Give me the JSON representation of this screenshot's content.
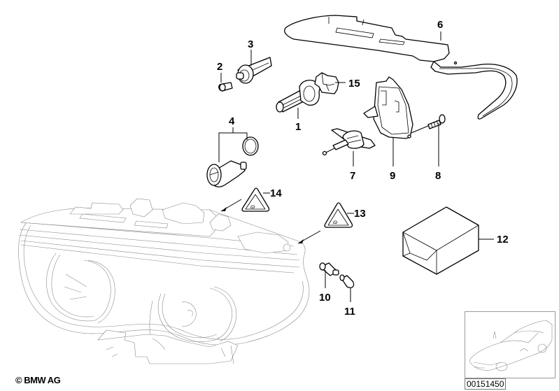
{
  "diagram": {
    "title": "Headlight assembly - exploded parts view",
    "copyright": "© BMW AG",
    "diagram_id": "00151450"
  },
  "callouts": [
    {
      "number": "1",
      "part": "bulb-h7"
    },
    {
      "number": "2",
      "part": "bulb-small-wedge"
    },
    {
      "number": "3",
      "part": "bulb-socket"
    },
    {
      "number": "4",
      "part": "bulb-socket-with-seal-ring"
    },
    {
      "number": "6",
      "part": "headlight-seal-gasket"
    },
    {
      "number": "7",
      "part": "adjusting-actuator"
    },
    {
      "number": "8",
      "part": "screw"
    },
    {
      "number": "9",
      "part": "control-unit-cover"
    },
    {
      "number": "10",
      "part": "bulb-holder"
    },
    {
      "number": "11",
      "part": "bulb-ball-type"
    },
    {
      "number": "12",
      "part": "repair-kit-box"
    },
    {
      "number": "13",
      "part": "warning-label"
    },
    {
      "number": "14",
      "part": "warning-label"
    },
    {
      "number": "15",
      "part": "retaining-clip"
    }
  ]
}
